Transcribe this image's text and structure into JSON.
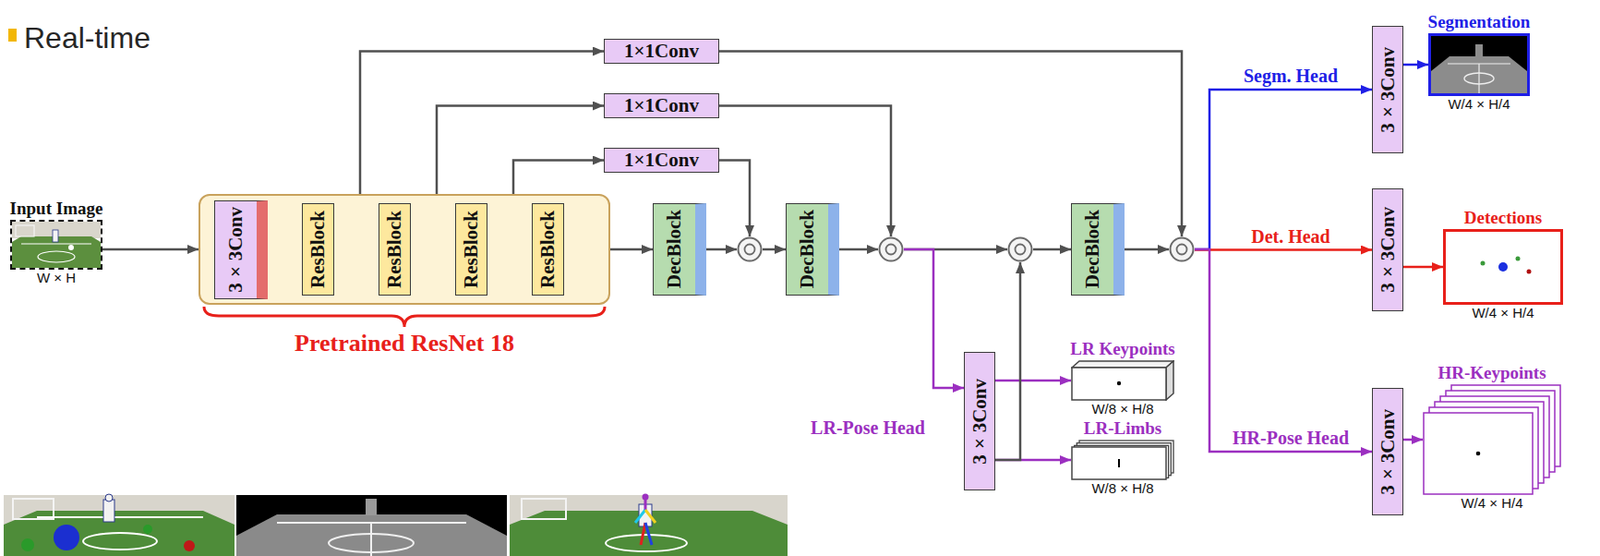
{
  "diagram": {
    "nodes": [
      {
        "text": [
          "Input Image",
          "W × H"
        ]
      },
      {
        "text": [
          "Pretrained ResNet 18"
        ]
      },
      {
        "text": [
          "3×3Conv"
        ],
        "in": 1
      },
      {
        "text": [
          "ResBlock"
        ],
        "in": 1
      },
      {
        "text": [
          "ResBlock"
        ],
        "in": 1
      },
      {
        "text": [
          "ResBlock"
        ],
        "in": 1
      },
      {
        "text": [
          "ResBlock"
        ],
        "in": 1
      },
      {
        "text": [
          "1×1Conv"
        ]
      },
      {
        "text": [
          "1×1Conv"
        ]
      },
      {
        "text": [
          "1×1Conv"
        ]
      },
      {
        "text": [
          "DecBlock"
        ]
      },
      {
        "text": []
      },
      {
        "text": [
          "DecBlock"
        ]
      },
      {
        "text": []
      },
      {
        "text": []
      },
      {
        "text": [
          "DecBlock"
        ]
      },
      {
        "text": []
      },
      {
        "text": [
          "3×3Conv"
        ]
      },
      {
        "text": [
          "LR Keypoints",
          "W/8 × H/8"
        ]
      },
      {
        "text": [
          "LR-Limbs",
          "W/8 × H/8"
        ]
      },
      {
        "text": [
          "3×3Conv"
        ]
      },
      {
        "text": [
          "Segmentation",
          "W/4 × H/4"
        ]
      },
      {
        "text": [
          "3×3Conv"
        ]
      },
      {
        "text": [
          "Detections",
          "W/4 × H/4"
        ]
      },
      {
        "text": [
          "3×3Conv"
        ]
      },
      {
        "text": [
          "HR-Keypoints",
          "W/4 × H/4"
        ]
      }
    ],
    "edges": [
      {
        "from": 0,
        "to": 1,
        "arrow": "to"
      },
      {
        "from": 2,
        "to": 3,
        "arrow": "to"
      },
      {
        "from": 3,
        "to": 4,
        "arrow": "to"
      },
      {
        "from": 4,
        "to": 5,
        "arrow": "to"
      },
      {
        "from": 5,
        "to": 6,
        "arrow": "to"
      },
      {
        "from": 6,
        "to": 10,
        "arrow": "to"
      },
      {
        "from": 10,
        "to": 11,
        "arrow": "to"
      },
      {
        "from": 11,
        "to": 12,
        "arrow": "to"
      },
      {
        "from": 12,
        "to": 13,
        "arrow": "to"
      },
      {
        "from": 13,
        "to": 14,
        "arrow": "to"
      },
      {
        "from": 14,
        "to": 15,
        "arrow": "to"
      },
      {
        "from": 15,
        "to": 16,
        "arrow": "to"
      },
      {
        "from": 3,
        "to": 7,
        "arrow": "to"
      },
      {
        "from": 7,
        "to": 16,
        "arrow": "to"
      },
      {
        "from": 4,
        "to": 8,
        "arrow": "to"
      },
      {
        "from": 8,
        "to": 13,
        "arrow": "to"
      },
      {
        "from": 5,
        "to": 9,
        "arrow": "to"
      },
      {
        "from": 9,
        "to": 11,
        "arrow": "to"
      },
      {
        "from": 13,
        "to": 17,
        "label": "LR-Pose Head",
        "arrow": "to"
      },
      {
        "from": 17,
        "to": 18,
        "arrow": "to"
      },
      {
        "from": 17,
        "to": 19,
        "arrow": "to"
      },
      {
        "from": 17,
        "to": 14,
        "arrow": "to"
      },
      {
        "from": 16,
        "to": 20,
        "label": "Segm. Head",
        "arrow": "to"
      },
      {
        "from": 16,
        "to": 22,
        "label": "Det. Head",
        "arrow": "to"
      },
      {
        "from": 16,
        "to": 24,
        "label": "HR-Pose Head",
        "arrow": "to"
      },
      {
        "from": 20,
        "to": 21,
        "arrow": "to"
      },
      {
        "from": 22,
        "to": 23,
        "arrow": "to"
      },
      {
        "from": 24,
        "to": 25,
        "arrow": "to"
      }
    ],
    "labels": [
      "Real-time"
    ]
  }
}
